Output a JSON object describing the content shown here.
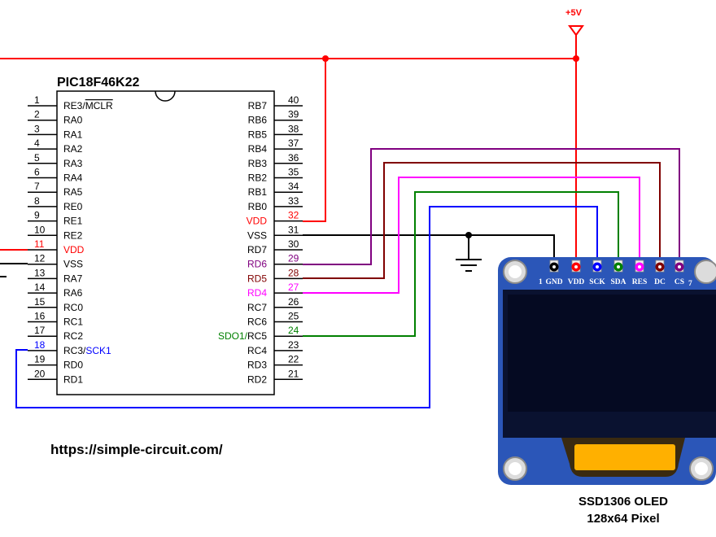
{
  "supply_label": "+5V",
  "chip": {
    "name": "PIC18F46K22",
    "left_pins": [
      {
        "num": "1",
        "label": "RE3/MCLR"
      },
      {
        "num": "2",
        "label": "RA0"
      },
      {
        "num": "3",
        "label": "RA1"
      },
      {
        "num": "4",
        "label": "RA2"
      },
      {
        "num": "5",
        "label": "RA3"
      },
      {
        "num": "6",
        "label": "RA4"
      },
      {
        "num": "7",
        "label": "RA5"
      },
      {
        "num": "8",
        "label": "RE0"
      },
      {
        "num": "9",
        "label": "RE1"
      },
      {
        "num": "10",
        "label": "RE2"
      },
      {
        "num": "11",
        "label": "VDD"
      },
      {
        "num": "12",
        "label": "VSS"
      },
      {
        "num": "13",
        "label": "RA7"
      },
      {
        "num": "14",
        "label": "RA6"
      },
      {
        "num": "15",
        "label": "RC0"
      },
      {
        "num": "16",
        "label": "RC1"
      },
      {
        "num": "17",
        "label": "RC2"
      },
      {
        "num": "18",
        "label": "RC3/",
        "label2": "SCK1"
      },
      {
        "num": "19",
        "label": "RD0"
      },
      {
        "num": "20",
        "label": "RD1"
      }
    ],
    "right_pins": [
      {
        "num": "40",
        "label": "RB7"
      },
      {
        "num": "39",
        "label": "RB6"
      },
      {
        "num": "38",
        "label": "RB5"
      },
      {
        "num": "37",
        "label": "RB4"
      },
      {
        "num": "36",
        "label": "RB3"
      },
      {
        "num": "35",
        "label": "RB2"
      },
      {
        "num": "34",
        "label": "RB1"
      },
      {
        "num": "33",
        "label": "RB0"
      },
      {
        "num": "32",
        "label": "VDD"
      },
      {
        "num": "31",
        "label": "VSS"
      },
      {
        "num": "30",
        "label": "RD7"
      },
      {
        "num": "29",
        "label": "RD6"
      },
      {
        "num": "28",
        "label": "RD5"
      },
      {
        "num": "27",
        "label": "RD4"
      },
      {
        "num": "26",
        "label": "RC7"
      },
      {
        "num": "25",
        "label": "RC6"
      },
      {
        "num": "24",
        "label": "RC5",
        "label_prefix": "SDO1/"
      },
      {
        "num": "23",
        "label": "RC4"
      },
      {
        "num": "22",
        "label": "RD3"
      },
      {
        "num": "21",
        "label": "RD2"
      }
    ]
  },
  "oled": {
    "header_pins": [
      "GND",
      "VDD",
      "SCK",
      "SDA",
      "RES",
      "DC",
      "CS"
    ],
    "pin_first": "1",
    "pin_last": "7",
    "caption_line1": "SSD1306 OLED",
    "caption_line2": "128x64 Pixel"
  },
  "website": "https://simple-circuit.com/",
  "colors": {
    "power": "#ff0000",
    "ground": "#000000",
    "sck": "#0000ff",
    "sda": "#008000",
    "res": "#ff00ff",
    "dc": "#800000",
    "cs": "#800080",
    "board": "#2b56b8",
    "screen": "#050a22"
  }
}
